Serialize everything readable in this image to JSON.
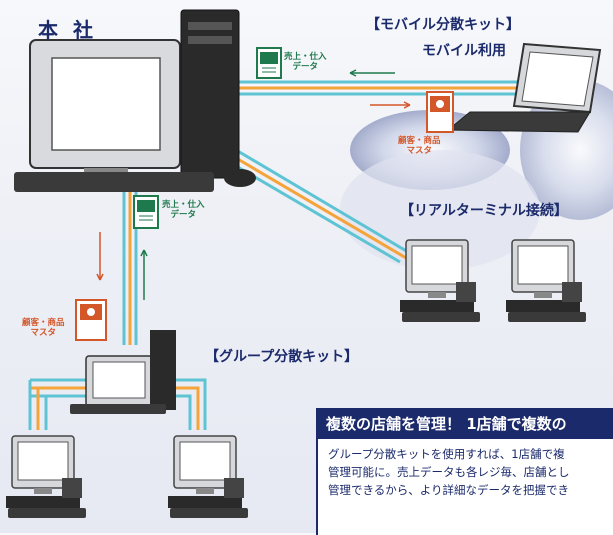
{
  "hq": {
    "label": "本 社"
  },
  "mobile": {
    "section": "【モバイル分散キット】",
    "sub": "モバイル利用"
  },
  "real_terminal": {
    "section": "【リアルターミナル接続】"
  },
  "group": {
    "section": "【グループ分散キット】"
  },
  "badges": {
    "sales_data": {
      "line1": "売上・仕入",
      "line2": "データ"
    },
    "master": {
      "line1": "顧客・商品",
      "line2": "マスタ"
    }
  },
  "info": {
    "heading": "複数の店舗を管理！ 1店舗で複数の",
    "lines": [
      "グループ分散キットを使用すれば、1店舗で複",
      "管理可能に。売上データも各レジ毎、店舗とし",
      "管理できるから、より詳細なデータを把握でき"
    ]
  },
  "colors": {
    "navy": "#1b2a6b",
    "teal": "#5ec4d4",
    "orange": "#f5a43a",
    "green": "#1e7a4c",
    "red_orange": "#d4572a"
  }
}
